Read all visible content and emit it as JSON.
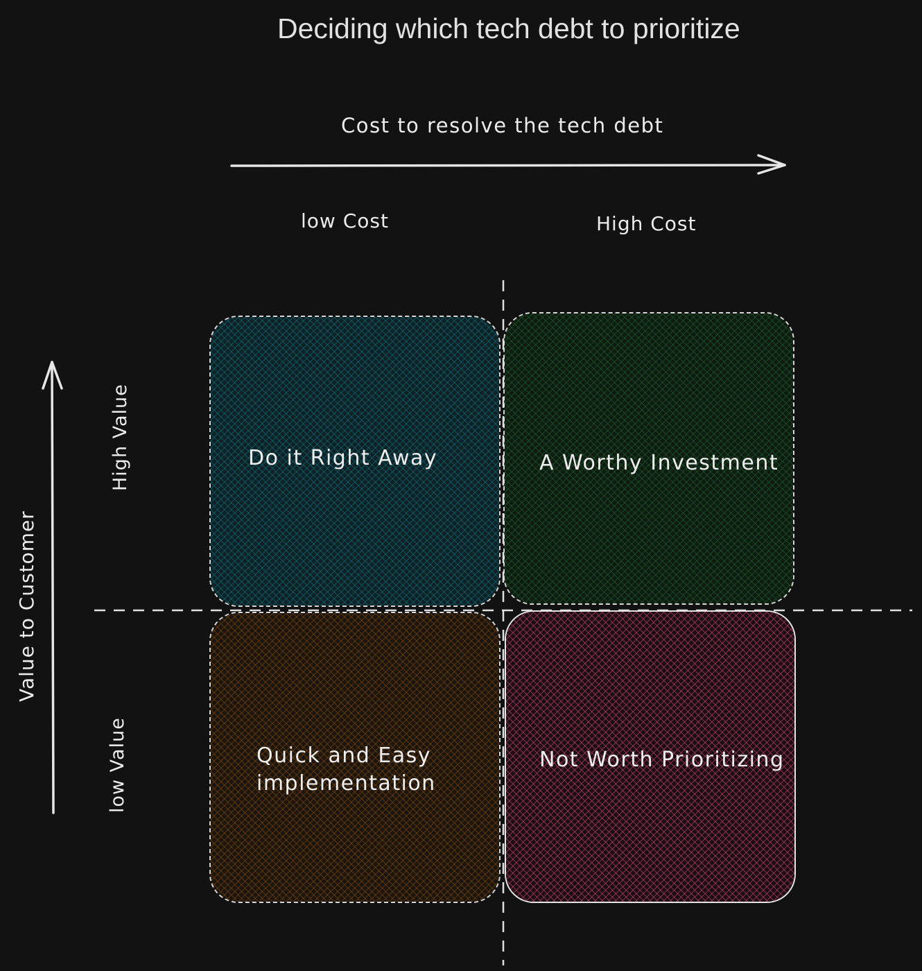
{
  "title": "Deciding which tech debt to prioritize",
  "x_axis": {
    "label": "Cost to resolve the tech debt",
    "low_label": "low Cost",
    "high_label": "High Cost"
  },
  "y_axis": {
    "label": "Value to Customer",
    "high_label": "High Value",
    "low_label": "low Value"
  },
  "quadrants": [
    {
      "id": "high-value-low-cost",
      "label": "Do it Right Away",
      "color": "#0c8599"
    },
    {
      "id": "high-value-high-cost",
      "label": "A Worthy Investment",
      "color": "#2b8a3e"
    },
    {
      "id": "low-value-low-cost",
      "label": "Quick and Easy implementation",
      "line1": "Quick and Easy",
      "line2": "implementation",
      "color": "#e8590c"
    },
    {
      "id": "low-value-high-cost",
      "label": "Not Worth Prioritizing",
      "color": "#e64980"
    }
  ],
  "colors": {
    "background": "#121212",
    "stroke": "#e6e6e6"
  }
}
